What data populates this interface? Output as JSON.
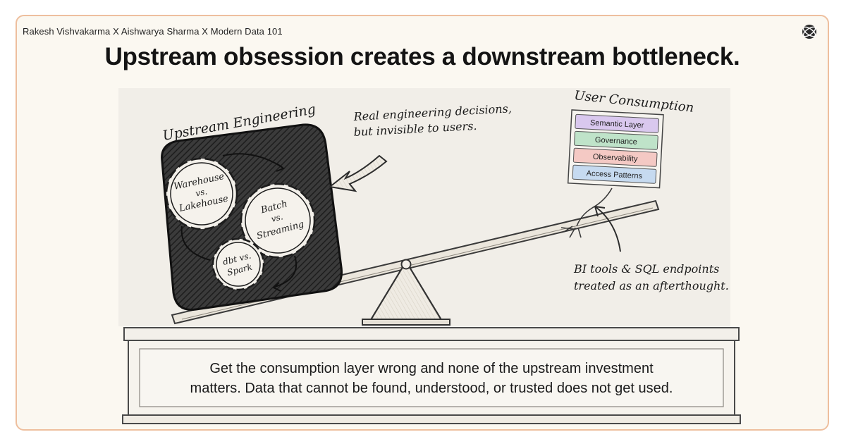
{
  "header": {
    "byline": "Rakesh Vishvakarma X Aishwarya Sharma X Modern Data 101",
    "logo_icon": "globe-badge-icon",
    "title": "Upstream obsession creates a downstream bottleneck."
  },
  "diagram": {
    "upstream_label": "Upstream Engineering",
    "gears": [
      {
        "line1": "Warehouse",
        "line2": "vs.",
        "line3": "Lakehouse"
      },
      {
        "line1": "Batch",
        "line2": "vs.",
        "line3": "Streaming"
      },
      {
        "line1": "dbt vs.",
        "line2": "Spark"
      }
    ],
    "callout_upstream": {
      "line1": "Real engineering decisions,",
      "line2": "but invisible to users."
    },
    "consumption_label": "User Consumption",
    "consumption_layers": [
      {
        "label": "Semantic Layer",
        "color": "#d9c8ee"
      },
      {
        "label": "Governance",
        "color": "#bfe3c9"
      },
      {
        "label": "Observability",
        "color": "#f4c9c4"
      },
      {
        "label": "Access Patterns",
        "color": "#c6daf0"
      }
    ],
    "callout_downstream": {
      "line1": "BI tools & SQL endpoints",
      "line2": "treated as an afterthought."
    }
  },
  "footer": {
    "line1": "Get the consumption layer wrong and none of the upstream investment",
    "line2": "matters. Data that cannot be found, understood, or trusted does not get used."
  }
}
